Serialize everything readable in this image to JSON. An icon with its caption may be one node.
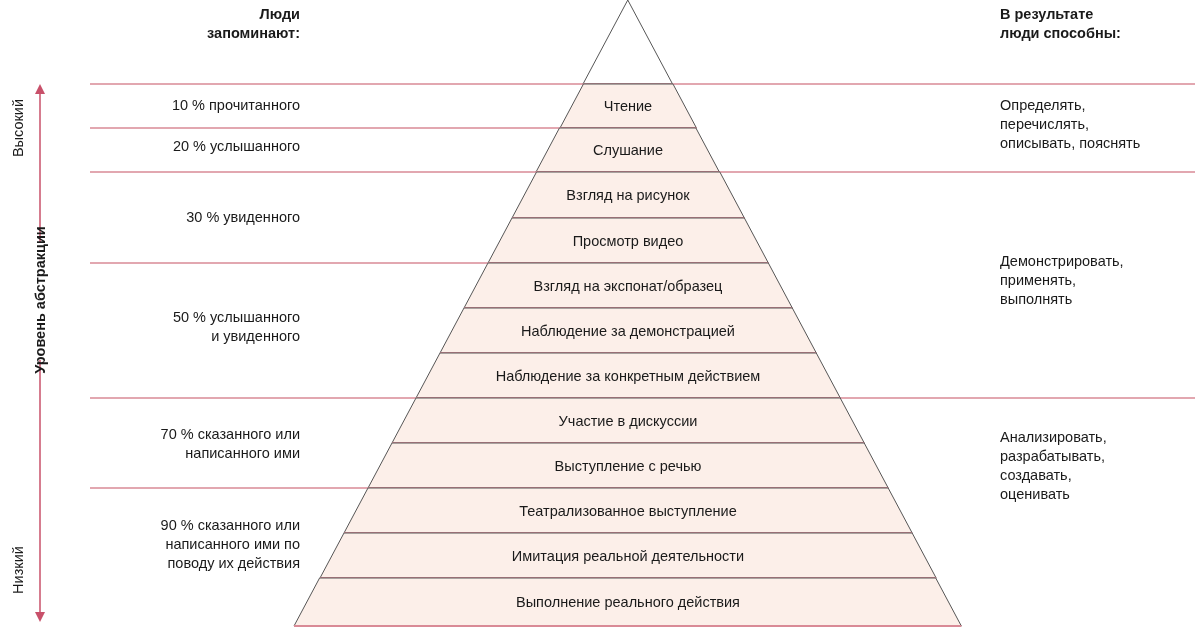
{
  "diagram": {
    "nodes": [
      {
        "text": [],
        "shape": "triangle"
      },
      {
        "text": [
          "Чтение"
        ]
      },
      {
        "text": [
          "Слушание"
        ]
      },
      {
        "text": [
          "Взгляд на рисунок"
        ]
      },
      {
        "text": [
          "Просмотр видео"
        ]
      },
      {
        "text": [
          "Взгляд на экспонат/образец"
        ]
      },
      {
        "text": [
          "Наблюдение за демонстрацией"
        ]
      },
      {
        "text": [
          "Наблюдение за конкретным действием"
        ]
      },
      {
        "text": [
          "Участие в дискуссии"
        ]
      },
      {
        "text": [
          "Выступление с речью"
        ]
      },
      {
        "text": [
          "Театрализованное выступление"
        ]
      },
      {
        "text": [
          "Имитация реальной деятельности"
        ]
      },
      {
        "text": [
          "Выполнение реального действия"
        ]
      }
    ],
    "labels": [
      "Люди запоминают:",
      "В результате люди способны:",
      "Высокий",
      "Уровень абстракции",
      "Низкий",
      "10 % прочитанного",
      "20 % услышанного",
      "30 % увиденного",
      "50 % услышанного и увиденного",
      "70 % сказанного или написанного ими",
      "90 % сказанного или написанного ими по поводу их действия",
      "Определять, перечислять, описывать, пояснять",
      "Демонстрировать, применять, выполнять",
      "Анализировать, разрабатывать, создавать, оценивать"
    ]
  }
}
